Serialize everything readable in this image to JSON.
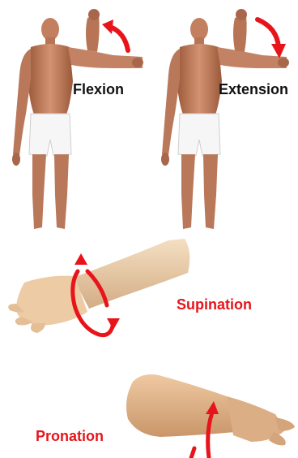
{
  "labels": {
    "flexion": "Flexion",
    "extension": "Extension",
    "supination": "Supination",
    "pronation": "Pronation"
  },
  "colors": {
    "arrow": "#e8141b",
    "skin": "#c98662",
    "skin_shadow": "#8f5236",
    "shorts": "#f6f6f6",
    "forearm_light": "#f1d7b5",
    "forearm_shadow": "#c99f75",
    "label_black": "#111111",
    "label_red": "#e8141b"
  },
  "icons": [
    "curved-arrow-icon",
    "rotation-arrow-icon"
  ]
}
